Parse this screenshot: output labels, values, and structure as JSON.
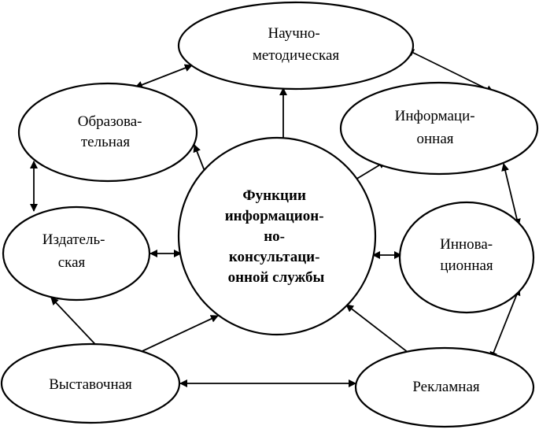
{
  "diagram": {
    "center": {
      "lines": [
        "Функции",
        "информацион-",
        "но-",
        "консультаци-",
        "онной службы"
      ]
    },
    "nodes": {
      "nauchno": {
        "lines": [
          "Научно-",
          "методическая"
        ]
      },
      "obrazov": {
        "lines": [
          "Образова-",
          "тельная"
        ]
      },
      "inform": {
        "lines": [
          "Информаци-",
          "онная"
        ]
      },
      "izdat": {
        "lines": [
          "Издатель-",
          "ская"
        ]
      },
      "innov": {
        "lines": [
          "Иннова-",
          "ционная"
        ]
      },
      "vystav": {
        "lines": [
          "Выставочная"
        ]
      },
      "reklam": {
        "lines": [
          "Рекламная"
        ]
      }
    },
    "colors": {
      "stroke": "#000000",
      "fill": "#ffffff"
    }
  }
}
